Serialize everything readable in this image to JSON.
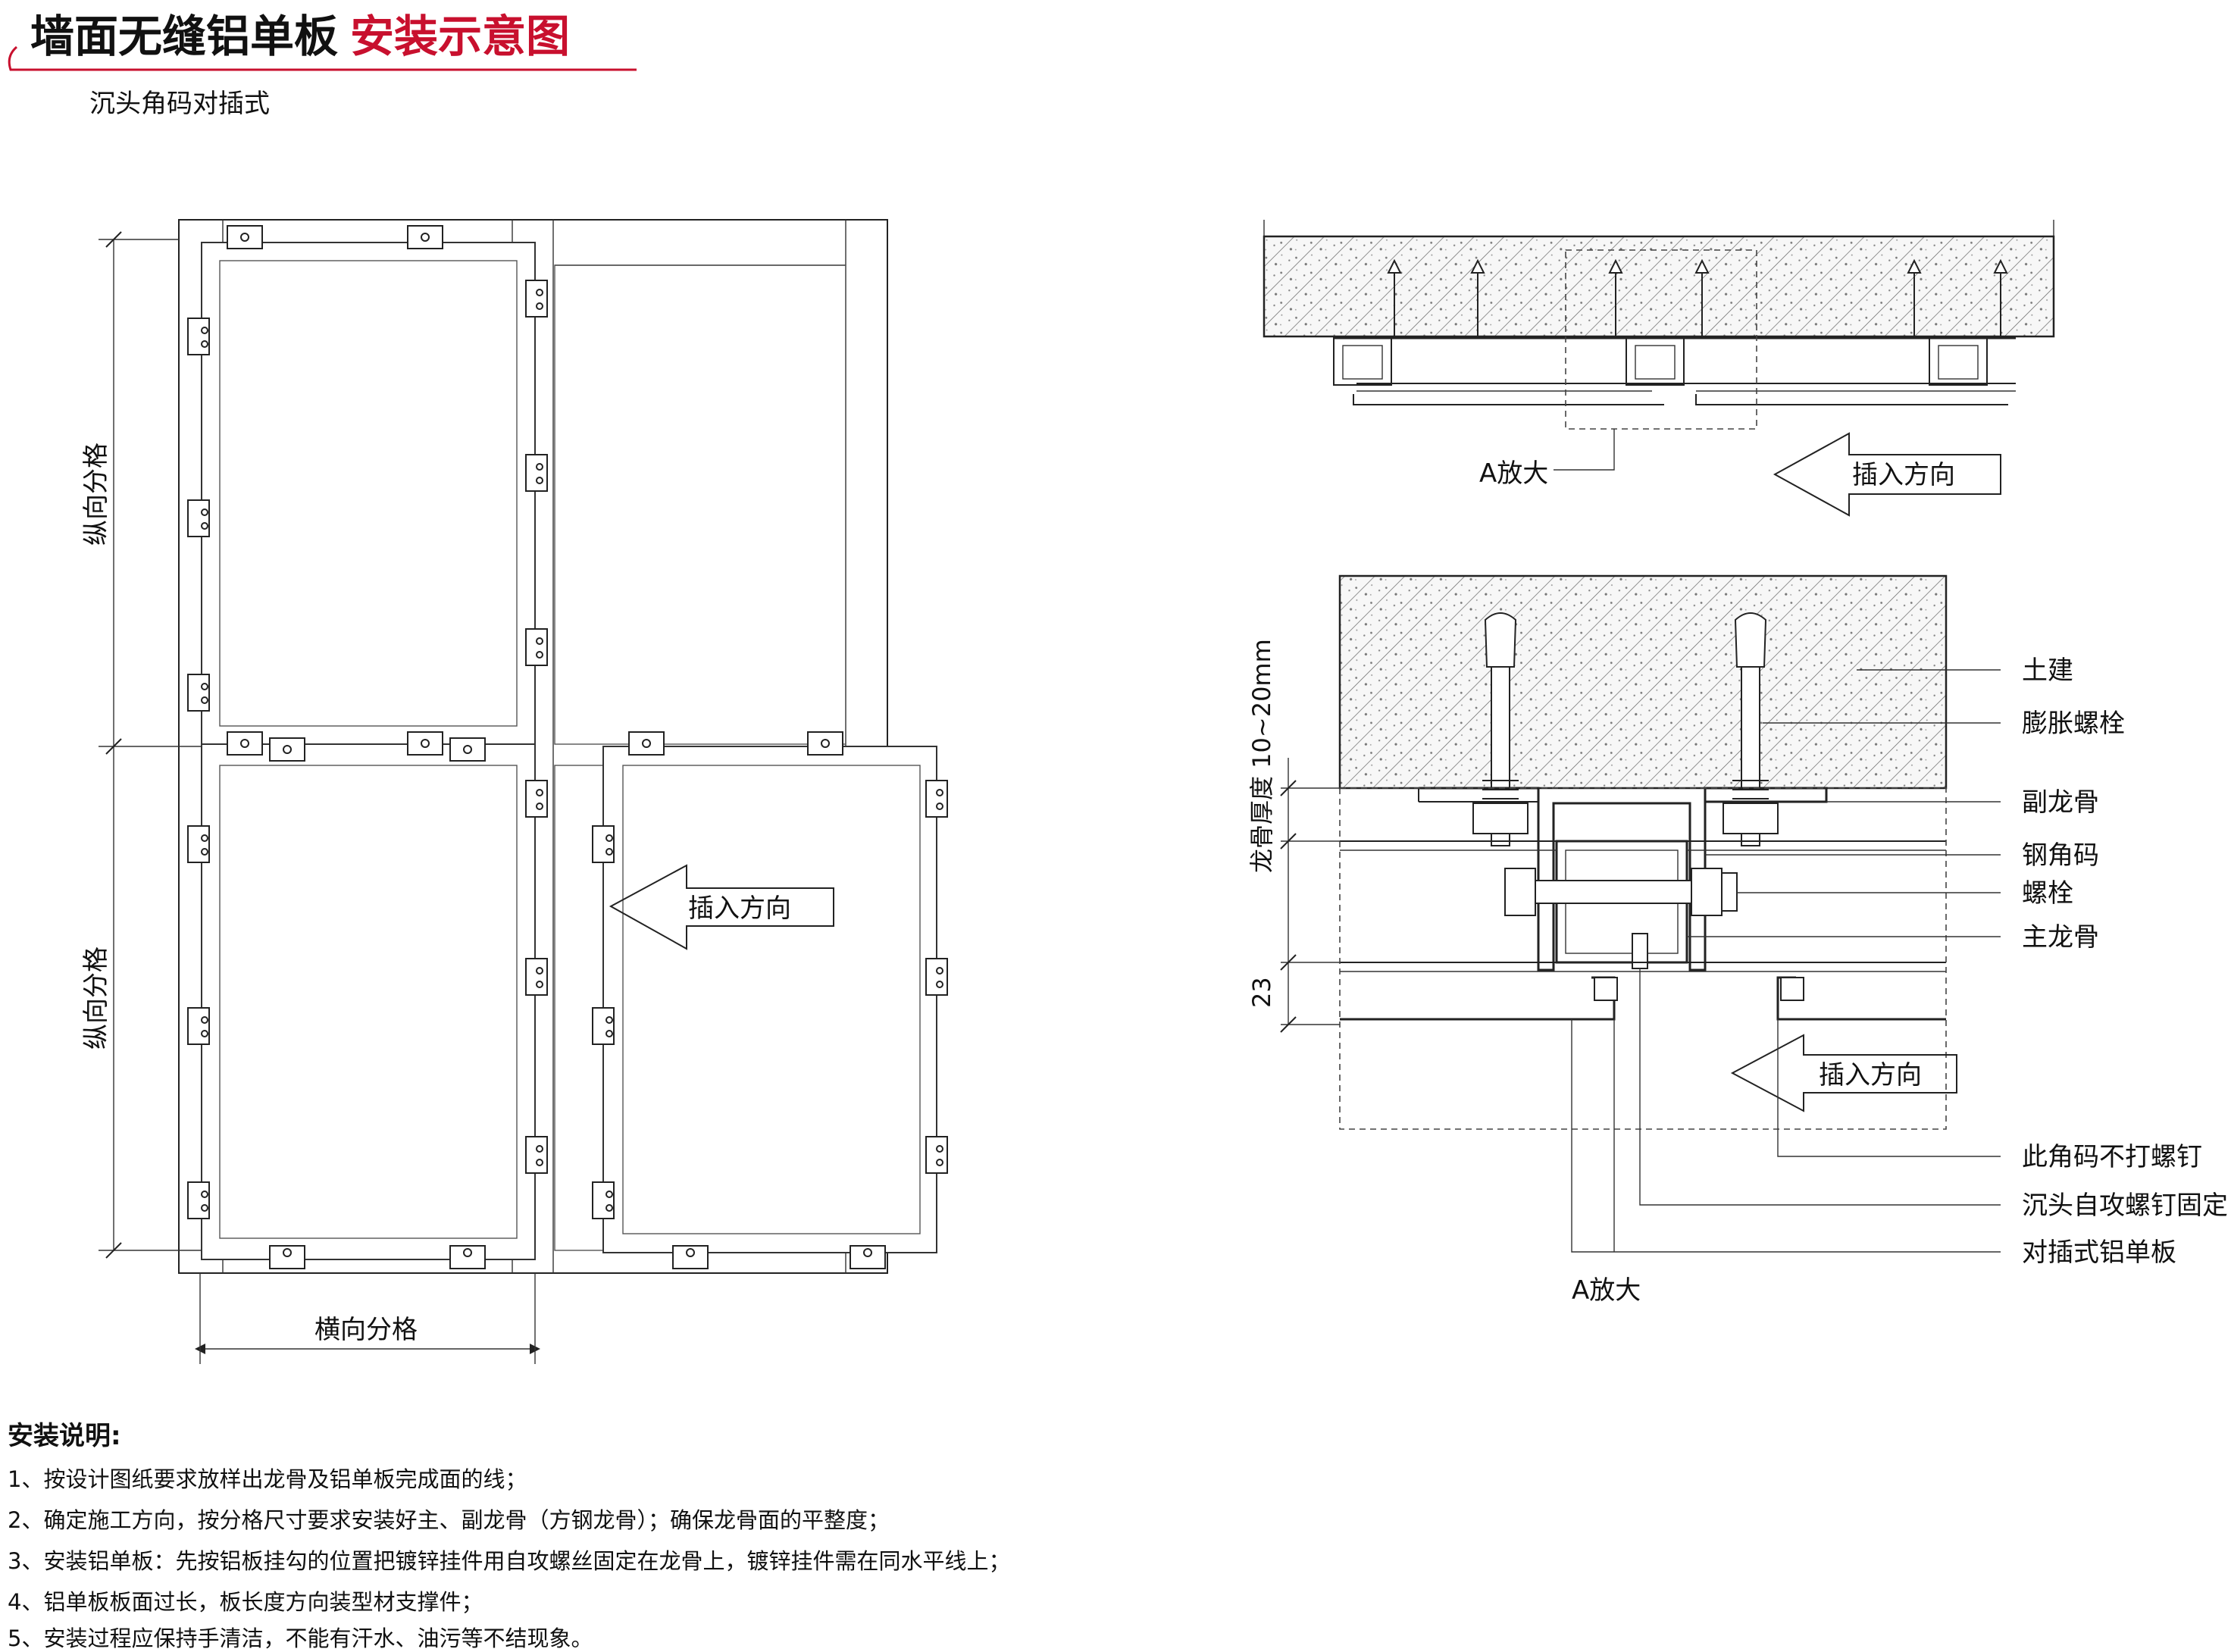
{
  "header": {
    "title_main": "墙面无缝铝单板",
    "title_accent": "安装示意图",
    "subtitle": "沉头角码对插式",
    "accent_color": "#c8102e"
  },
  "front_view": {
    "vertical_spacing_label": "纵向分格",
    "horizontal_spacing_label": "横向分格",
    "insert_direction_label": "插入方向"
  },
  "top_section": {
    "detail_callout": "A放大",
    "insert_direction_label": "插入方向"
  },
  "detail_section": {
    "keel_thickness_label": "龙骨厚度 10~20mm",
    "dim_23": "23",
    "insert_direction_label": "插入方向",
    "detail_callout": "A放大",
    "callouts": [
      "土建",
      "膨胀螺栓",
      "副龙骨",
      "钢角码",
      "螺栓",
      "主龙骨",
      "此角码不打螺钉",
      "沉头自攻螺钉固定",
      "对插式铝单板"
    ]
  },
  "notes": {
    "title": "安装说明:",
    "items": [
      "1、按设计图纸要求放样出龙骨及铝单板完成面的线；",
      "2、确定施工方向，按分格尺寸要求安装好主、副龙骨（方钢龙骨）；确保龙骨面的平整度；",
      "3、安装铝单板：先按铝板挂勾的位置把镀锌挂件用自攻螺丝固定在龙骨上，镀锌挂件需在同水平线上；",
      "4、铝单板板面过长，板长度方向装型材支撑件；",
      "5、安装过程应保持手清洁，不能有汗水、油污等不结现象。"
    ]
  }
}
